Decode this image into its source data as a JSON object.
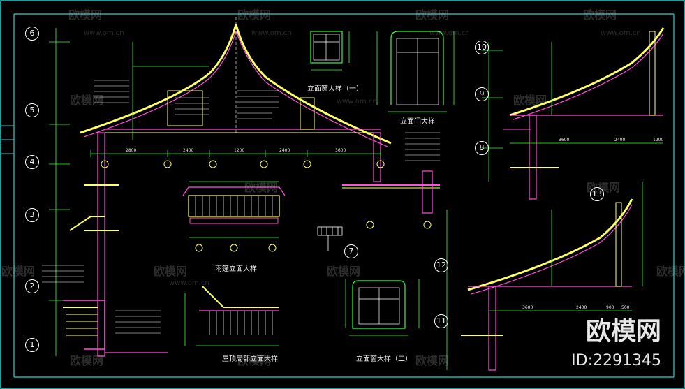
{
  "drawing": {
    "captions": {
      "rain_shelter": "雨篷立面大样",
      "window1": "立面窗大样（一）",
      "door1": "立面门大样",
      "roof_partial": "屋顶局部立面大样",
      "window2": "立面窗大样（二）"
    },
    "axis_labels": {
      "a1": "1",
      "a2": "2",
      "a3": "3",
      "a4": "4",
      "a5": "5",
      "a6": "6",
      "a7": "7",
      "a8": "8",
      "a9": "9",
      "a10": "10",
      "a11": "11",
      "a12": "12",
      "a13": "13"
    },
    "dims": {
      "d2800": "2800",
      "d2400": "2400",
      "d1200": "1200",
      "d3600": "3600",
      "d900": "900",
      "d500": "500"
    }
  },
  "watermark": {
    "text": "欧模网",
    "url": "www.om.cn"
  },
  "brand": {
    "name": "欧模网",
    "id": "ID:2291345"
  },
  "colors": {
    "background": "#000000",
    "frame": "#2fd3d3",
    "roof": "#ffff66",
    "dimension": "#33ff33",
    "structure": "#ff4fd8",
    "text": "#ffffff"
  }
}
